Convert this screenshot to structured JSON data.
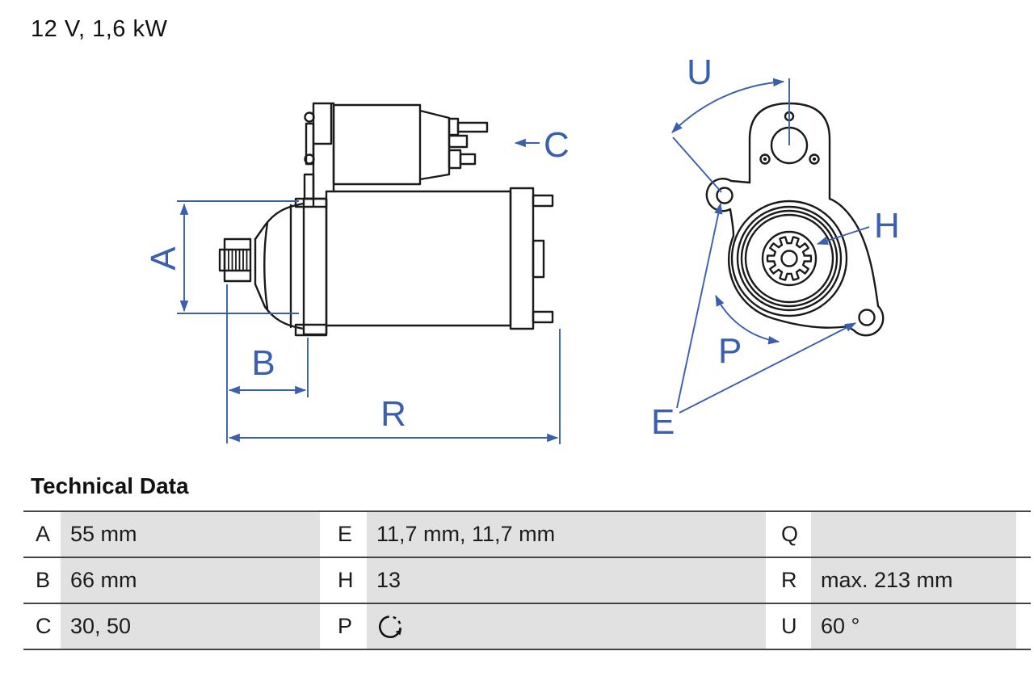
{
  "title": "12 V, 1,6 kW",
  "diagram": {
    "side_view": {
      "labels": {
        "a": "A",
        "b": "B",
        "c": "C",
        "r": "R"
      }
    },
    "front_view": {
      "labels": {
        "u": "U",
        "h": "H",
        "p": "P",
        "e": "E"
      }
    }
  },
  "table": {
    "heading": "Technical Data",
    "rows": [
      {
        "left": {
          "key": "A",
          "value": "55 mm"
        },
        "middle": {
          "key": "E",
          "value": "11,7 mm, 11,7 mm"
        },
        "right": {
          "key": "Q",
          "value": ""
        }
      },
      {
        "left": {
          "key": "B",
          "value": "66 mm"
        },
        "middle": {
          "key": "H",
          "value": "13"
        },
        "right": {
          "key": "R",
          "value": "max. 213 mm"
        }
      },
      {
        "left": {
          "key": "C",
          "value": "30, 50"
        },
        "middle": {
          "key": "P",
          "value": "",
          "icon": "rotation-arrow-icon"
        },
        "right": {
          "key": "U",
          "value": "60 °"
        }
      }
    ]
  },
  "colors": {
    "annotation_blue": "#3a5fae",
    "drawing_black": "#1a1a1a",
    "table_cell_gray": "#e1e1e1",
    "table_rule_gray": "#444444"
  }
}
